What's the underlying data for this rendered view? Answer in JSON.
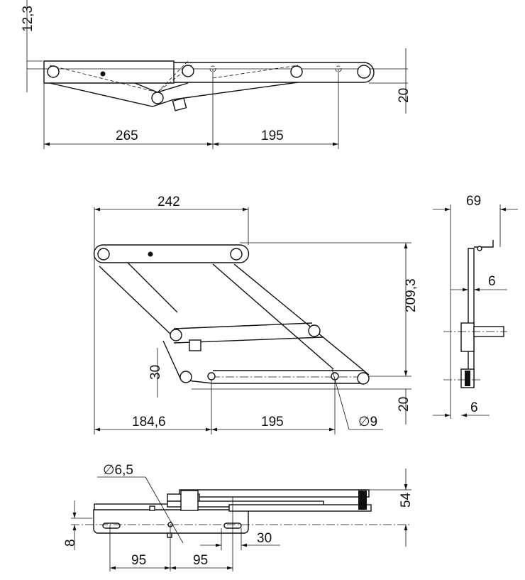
{
  "title": "Lift-up hinge mechanism technical drawing",
  "views": {
    "top": {
      "dims": {
        "height": "12,3",
        "offset": "20",
        "left": "265",
        "right": "195"
      }
    },
    "front": {
      "dims": {
        "width": "242",
        "height": "209,3",
        "pivot_height": "30",
        "bottom": "20",
        "left": "184,6",
        "right": "195",
        "hole": "∅9"
      }
    },
    "side": {
      "dims": {
        "width": "69",
        "thickness_top": "6",
        "thickness_bottom": "6"
      }
    },
    "bottom": {
      "dims": {
        "hole": "∅6,5",
        "height": "54",
        "offset": "8",
        "slot": "30",
        "left": "95",
        "right": "95"
      }
    }
  },
  "colors": {
    "line": "#111111",
    "background": "#ffffff"
  }
}
